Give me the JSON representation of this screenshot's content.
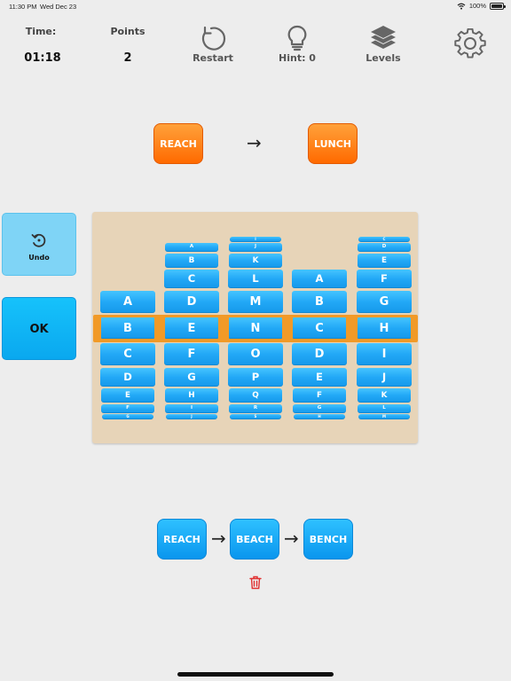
{
  "status_bar": {
    "time": "11:30 PM",
    "date": "Wed Dec 23",
    "battery": "100%"
  },
  "header": {
    "time_label": "Time:",
    "time_value": "01:18",
    "points_label": "Points",
    "points_value": "2",
    "restart_label": "Restart",
    "hint_label": "Hint: 0",
    "levels_label": "Levels"
  },
  "puzzle": {
    "start_word": "REACH",
    "target_word": "LUNCH",
    "arrow": "→"
  },
  "side": {
    "undo_label": "Undo",
    "ok_label": "OK"
  },
  "wheels": [
    {
      "letters": [
        "A",
        "B",
        "C",
        "D",
        "E",
        "F",
        "G"
      ],
      "selected": "B"
    },
    {
      "letters": [
        "A",
        "B",
        "C",
        "D",
        "E",
        "F",
        "G",
        "H",
        "I",
        "J"
      ],
      "selected": "E"
    },
    {
      "letters": [
        "I",
        "J",
        "K",
        "L",
        "M",
        "N",
        "O",
        "P",
        "Q",
        "R",
        "S"
      ],
      "selected": "N"
    },
    {
      "letters": [
        "A",
        "B",
        "C",
        "D",
        "E",
        "F",
        "G",
        "H"
      ],
      "selected": "C"
    },
    {
      "letters": [
        "C",
        "D",
        "E",
        "F",
        "G",
        "H",
        "I",
        "J",
        "K",
        "L",
        "M"
      ],
      "selected": "H"
    }
  ],
  "chain": {
    "words": [
      "REACH",
      "BEACH",
      "BENCH"
    ],
    "arrow": "→"
  },
  "icons": {
    "restart": "restart-icon",
    "hint": "lightbulb-icon",
    "levels": "layers-icon",
    "settings": "gear-icon",
    "undo": "undo-icon",
    "delete": "trash-icon",
    "wifi": "wifi-icon",
    "battery": "battery-icon"
  },
  "colors": {
    "orange": "#ff7a10",
    "blue": "#1aa6f2",
    "board": "#e7d4b8",
    "highlight": "#f19a27",
    "trash": "#e03030"
  }
}
